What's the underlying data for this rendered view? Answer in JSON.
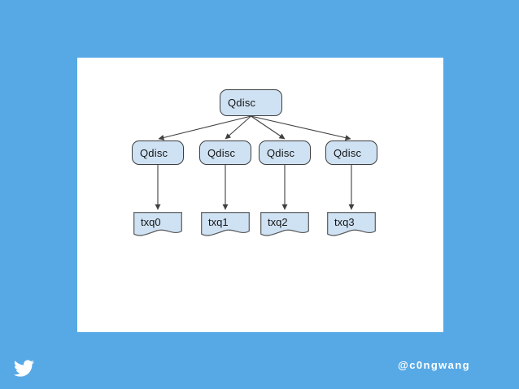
{
  "colors": {
    "bg": "#57a9e6",
    "card": "#ffffff",
    "node-fill": "#cfe2f3",
    "node-border": "#3d3d3d",
    "tape-border": "#58595b",
    "arrow": "#404040",
    "footer-text": "#ffffff"
  },
  "diagram": {
    "type": "tree",
    "description": "Root Qdisc fanning out to four child Qdiscs, each feeding one hardware transmit queue",
    "root": {
      "label": "Qdisc"
    },
    "children": [
      {
        "label": "Qdisc"
      },
      {
        "label": "Qdisc"
      },
      {
        "label": "Qdisc"
      },
      {
        "label": "Qdisc"
      }
    ],
    "queues": [
      {
        "label": "txq0"
      },
      {
        "label": "txq1"
      },
      {
        "label": "txq2"
      },
      {
        "label": "txq3"
      }
    ]
  },
  "footer": {
    "icon": "twitter-bird",
    "handle": "@c0ngwang"
  }
}
